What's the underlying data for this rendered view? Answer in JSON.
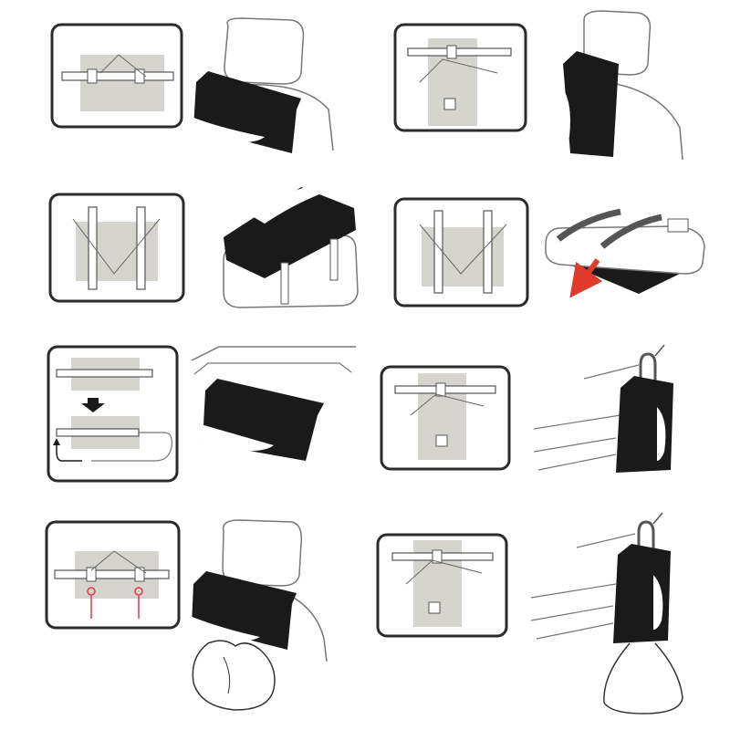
{
  "diagram": {
    "panels": [
      {
        "id": "p1",
        "detail": "strap-horizontal",
        "scene": "headrest-box-horizontal"
      },
      {
        "id": "p2",
        "detail": "strap-vertical-sheet",
        "scene": "headrest-box-vertical"
      },
      {
        "id": "p3",
        "detail": "two-vertical-straps",
        "scene": "visor-box-straps"
      },
      {
        "id": "p4",
        "detail": "two-vertical-straps",
        "scene": "visor-flip-arrow"
      },
      {
        "id": "p5",
        "detail": "strap-fold-steps",
        "scene": "dashboard-box"
      },
      {
        "id": "p6",
        "detail": "strap-vertical-sheet",
        "scene": "hook-box-vertical"
      },
      {
        "id": "p7",
        "detail": "strap-with-snaps",
        "scene": "headrest-box-bag"
      },
      {
        "id": "p8",
        "detail": "strap-vertical-sheet",
        "scene": "hook-box-bag"
      }
    ],
    "colors": {
      "line": "#2b2b2b",
      "box": "#1a1a1a",
      "sheet": "#d6d4cf",
      "arrow": "#e03a2a",
      "snap": "#e2383f"
    }
  }
}
